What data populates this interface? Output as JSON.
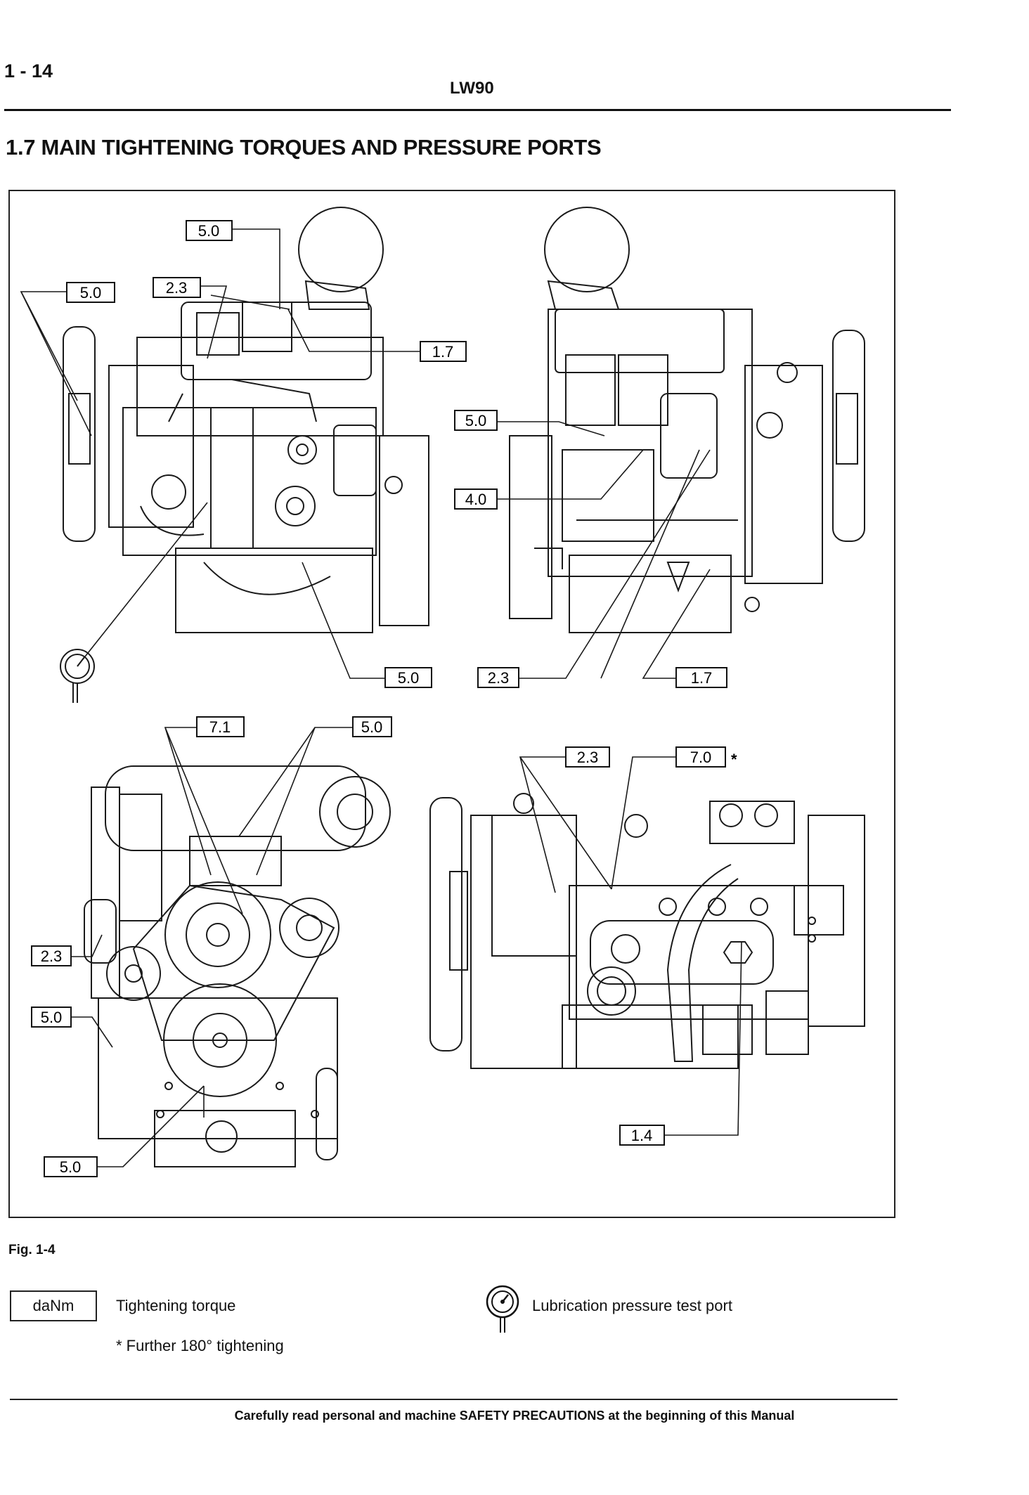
{
  "header": {
    "page_number": "1 - 14",
    "document_code": "LW90"
  },
  "section": {
    "title": "1.7  MAIN TIGHTENING TORQUES AND PRESSURE PORTS"
  },
  "figure": {
    "view1_labels": [
      "5.0",
      "5.0",
      "2.3",
      "1.7",
      "5.0"
    ],
    "view2_labels": [
      "5.0",
      "4.0",
      "2.3",
      "1.7"
    ],
    "view3_labels": [
      "7.1",
      "5.0",
      "2.3",
      "5.0",
      "5.0"
    ],
    "view4_labels": [
      "2.3",
      "7.0",
      "1.4"
    ],
    "asterisk": "*",
    "caption": "Fig. 1-4"
  },
  "legend": {
    "unit_box": "daNm",
    "torque_label": "Tightening torque",
    "further_note": "* Further 180° tightening",
    "pressure_label": "Lubrication pressure test port"
  },
  "footer": {
    "text": "Carefully read personal and machine SAFETY PRECAUTIONS at the beginning of this Manual"
  }
}
